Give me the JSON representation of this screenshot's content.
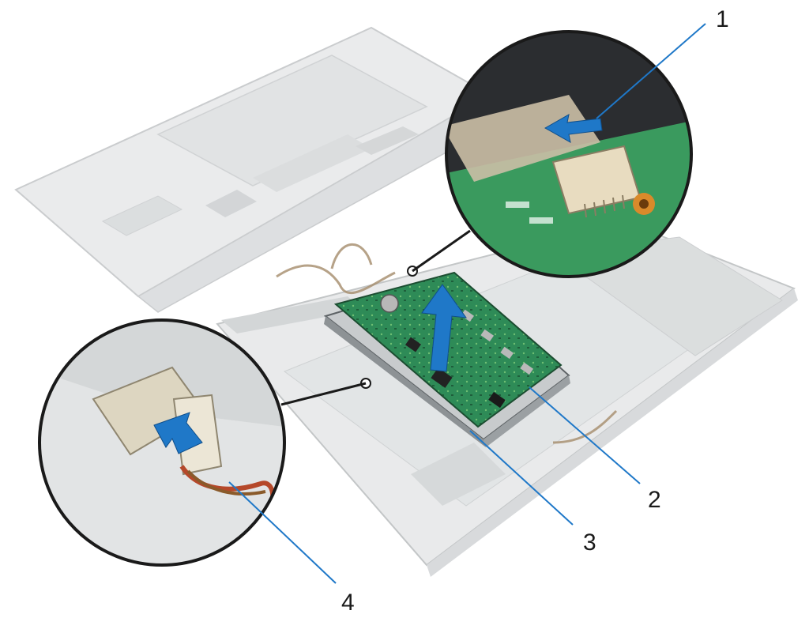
{
  "figure": {
    "callouts": [
      {
        "label": "1",
        "part": "connector"
      },
      {
        "label": "2",
        "part": "board"
      },
      {
        "label": "3",
        "part": "bracket"
      },
      {
        "label": "4",
        "part": "cable"
      }
    ],
    "colors": {
      "leader": "#1f78c8",
      "arrow": "#1f78c8",
      "board": "#2e8b57",
      "chassis": "#d9dbdc",
      "outline": "#1a1a1a"
    },
    "icons": {
      "lift": "arrow-up-icon",
      "connector_release": "arrow-left-icon",
      "cable_release": "arrow-down-icon"
    }
  }
}
